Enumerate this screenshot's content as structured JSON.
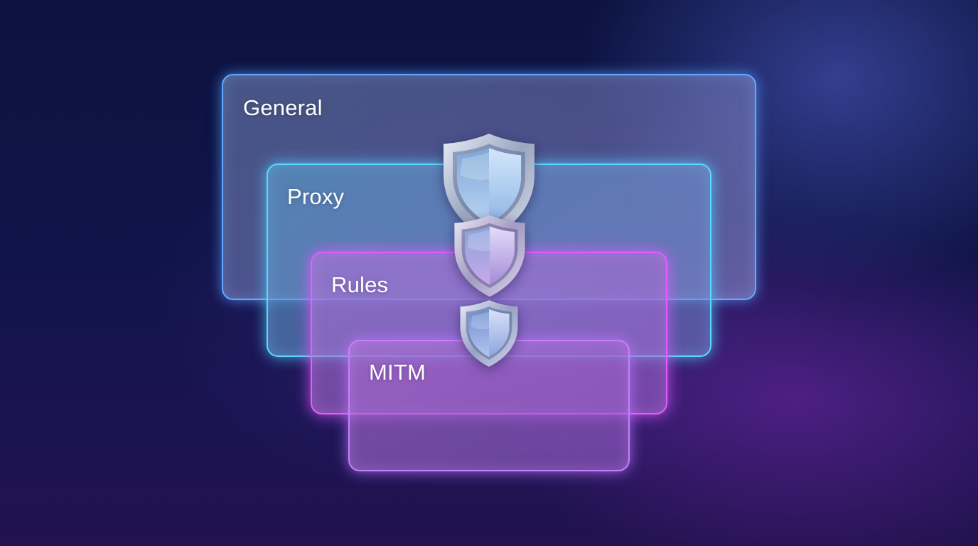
{
  "layers": [
    {
      "id": "general",
      "label": "General",
      "border_color": "#63a9ff"
    },
    {
      "id": "proxy",
      "label": "Proxy",
      "border_color": "#5fd6ff"
    },
    {
      "id": "rules",
      "label": "Rules",
      "border_color": "#e15fff"
    },
    {
      "id": "mitm",
      "label": "MITM",
      "border_color": "#c77dff"
    }
  ],
  "connectors": [
    {
      "icon": "shield-icon"
    },
    {
      "icon": "shield-icon"
    },
    {
      "icon": "shield-icon"
    }
  ],
  "colors": {
    "background_top": "#0c1340",
    "background_bottom": "#22124f"
  }
}
